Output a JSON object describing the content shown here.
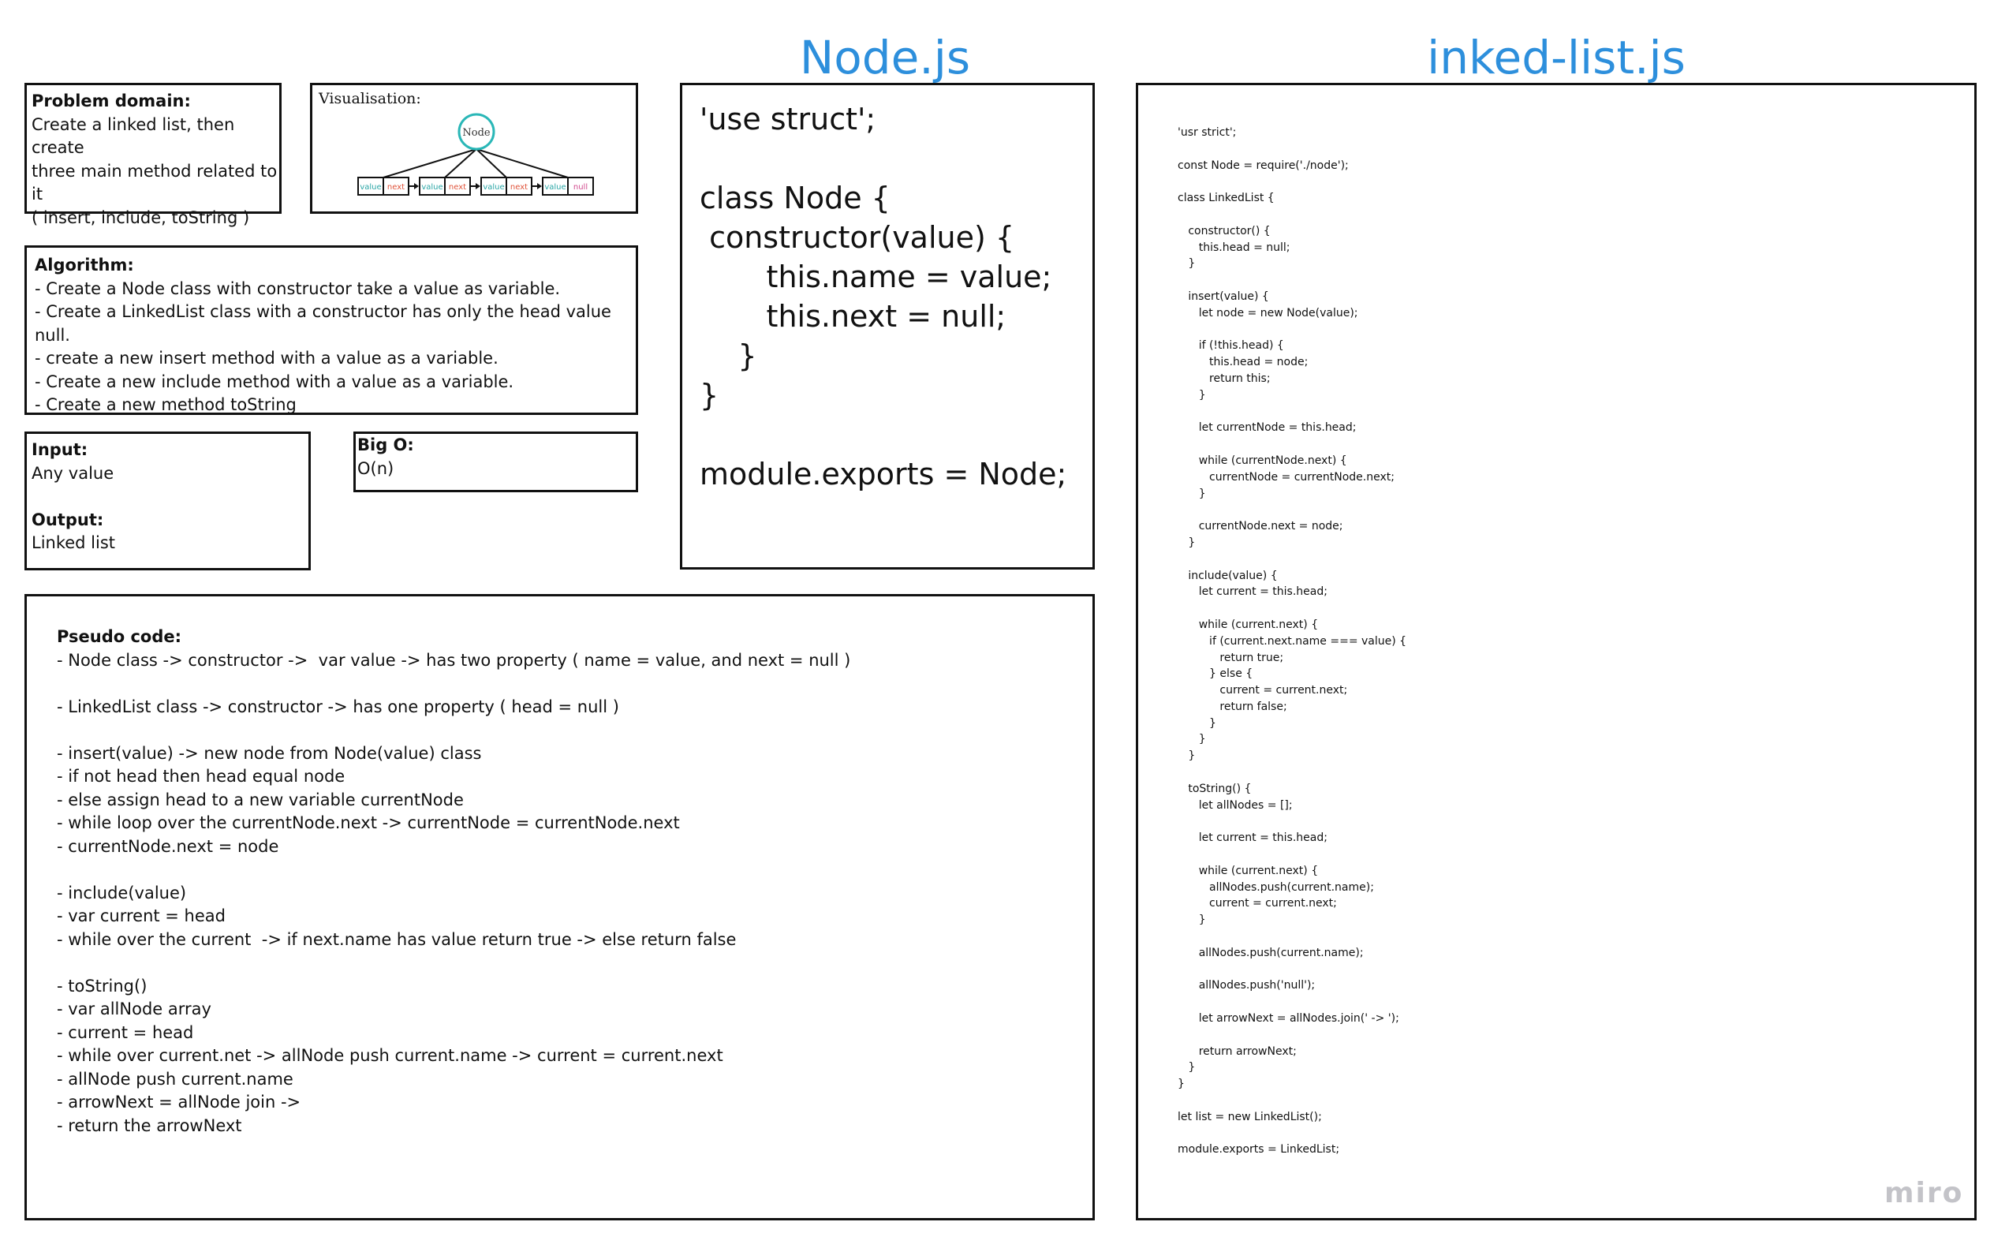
{
  "titles": {
    "node": "Node.js",
    "list": "inked-list.js"
  },
  "problem": {
    "label": "Problem domain:",
    "lines": [
      "Create a linked list, then create",
      "three main method related to it",
      "( insert, include, toString )"
    ]
  },
  "visualisation": {
    "label": "Visualisation:",
    "root_label": "Node",
    "nodes": [
      {
        "value": "value",
        "next": "next"
      },
      {
        "value": "value",
        "next": "next"
      },
      {
        "value": "value",
        "next": "next"
      },
      {
        "value": "value",
        "next": "null"
      }
    ],
    "colors": {
      "root": "#2ab7b7",
      "value": "#2aa6a6",
      "next": "#e0533a",
      "null": "#d24a8e",
      "line": "#111111"
    }
  },
  "algorithm": {
    "label": "Algorithm:",
    "lines": [
      "- Create a Node class with constructor take a value as variable.",
      "- Create a LinkedList class with a constructor has only the head value null.",
      "- create a new insert method with a value as a variable.",
      "- Create a new include method with a value as a variable.",
      "- Create a new method toString"
    ]
  },
  "io": {
    "input_label": "Input:",
    "input_value": "Any value",
    "output_label": "Output:",
    "output_value": "Linked list"
  },
  "bigo": {
    "label": "Big O:",
    "value": "O(n)"
  },
  "pseudo": {
    "label": "Pseudo code:",
    "lines": [
      "- Node class -> constructor ->  var value -> has two property ( name = value, and next = null )",
      "",
      "- LinkedList class -> constructor -> has one property ( head = null )",
      "",
      "- insert(value) -> new node from Node(value) class",
      "- if not head then head equal node",
      "- else assign head to a new variable currentNode",
      "- while loop over the currentNode.next -> currentNode = currentNode.next",
      "- currentNode.next = node",
      "",
      "- include(value)",
      "- var current = head",
      "- while over the current  -> if next.name has value return true -> else return false",
      "",
      "- toString()",
      "- var allNode array",
      "- current = head",
      "- while over current.net -> allNode push current.name -> current = current.next",
      "- allNode push current.name",
      "- arrowNext = allNode join ->",
      "- return the arrowNext"
    ]
  },
  "node_code": {
    "lines": [
      "'use struct';",
      "",
      "class Node {",
      " constructor(value) {",
      "       this.name = value;",
      "       this.next = null;",
      "    }",
      "}",
      "",
      "module.exports = Node;"
    ]
  },
  "list_code": {
    "lines": [
      "'usr strict';",
      "",
      "const Node = require('./node');",
      "",
      "class LinkedList {",
      "",
      "   constructor() {",
      "      this.head = null;",
      "   }",
      "",
      "   insert(value) {",
      "      let node = new Node(value);",
      "",
      "      if (!this.head) {",
      "         this.head = node;",
      "         return this;",
      "      }",
      "",
      "      let currentNode = this.head;",
      "",
      "      while (currentNode.next) {",
      "         currentNode = currentNode.next;",
      "      }",
      "",
      "      currentNode.next = node;",
      "   }",
      "",
      "   include(value) {",
      "      let current = this.head;",
      "",
      "      while (current.next) {",
      "         if (current.next.name === value) {",
      "            return true;",
      "         } else {",
      "            current = current.next;",
      "            return false;",
      "         }",
      "      }",
      "   }",
      "",
      "   toString() {",
      "      let allNodes = [];",
      "",
      "      let current = this.head;",
      "",
      "      while (current.next) {",
      "         allNodes.push(current.name);",
      "         current = current.next;",
      "      }",
      "",
      "      allNodes.push(current.name);",
      "",
      "      allNodes.push('null');",
      "",
      "      let arrowNext = allNodes.join(' -> ');",
      "",
      "      return arrowNext;",
      "   }",
      "}",
      "",
      "let list = new LinkedList();",
      "",
      "module.exports = LinkedList;"
    ]
  },
  "watermark": "miro"
}
